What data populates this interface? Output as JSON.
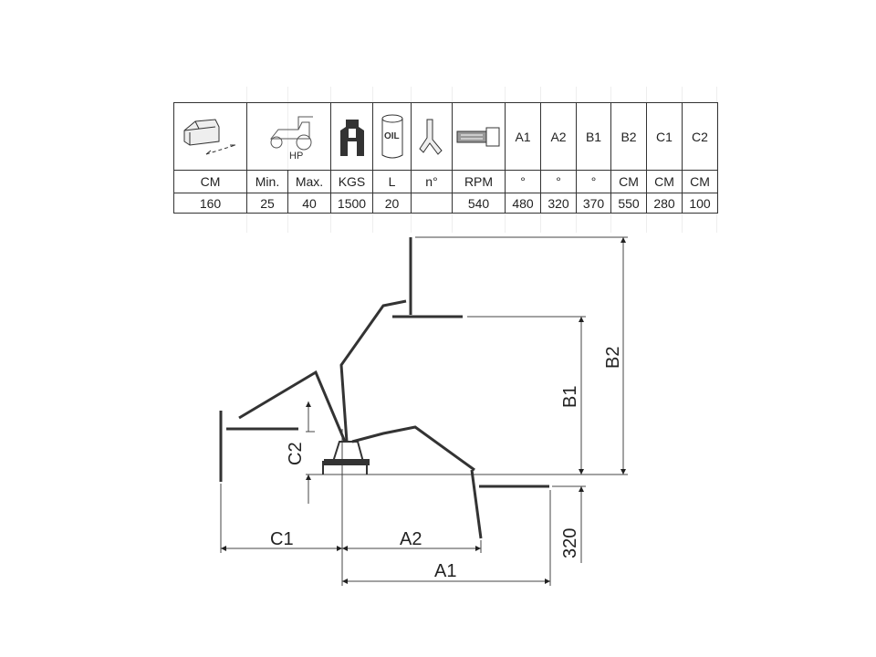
{
  "table": {
    "header_icons": [
      "mower-width-icon",
      "tractor-hp-icon",
      "tractor-weight-icon",
      "oil-drum-icon",
      "blade-icon",
      "pto-shaft-icon"
    ],
    "header_labels": [
      "A1",
      "A2",
      "B1",
      "B2",
      "C1",
      "C2"
    ],
    "hp_label": "HP",
    "oil_label": "OIL",
    "units": [
      "CM",
      "Min.",
      "Max.",
      "KGS",
      "L",
      "n°",
      "RPM",
      "°",
      "°",
      "°",
      "CM",
      "CM",
      "CM"
    ],
    "values": [
      "160",
      "25",
      "40",
      "1500",
      "20",
      "",
      "540",
      "480",
      "320",
      "370",
      "550",
      "280",
      "100"
    ]
  },
  "diagram": {
    "labels": {
      "a1": "A1",
      "a2": "A2",
      "b1": "B1",
      "b2": "B2",
      "c1": "C1",
      "c2": "C2",
      "ground_height": "320"
    }
  }
}
